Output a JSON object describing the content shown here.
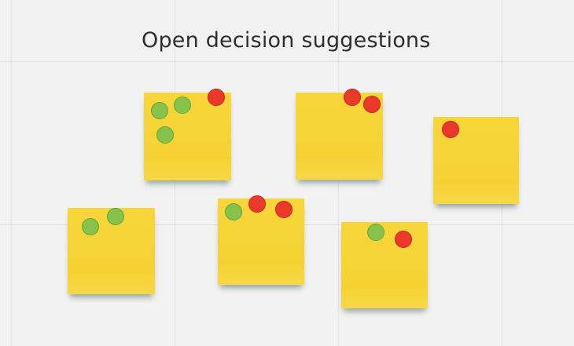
{
  "board": {
    "title": "Open decision suggestions"
  },
  "colors": {
    "sticky": "#f6d335",
    "vote_green": "#86c24c",
    "vote_red": "#e8392a",
    "background": "#f2f2f2"
  },
  "stickies": [
    {
      "id": 1,
      "green_votes": 3,
      "red_votes": 1
    },
    {
      "id": 2,
      "green_votes": 0,
      "red_votes": 2
    },
    {
      "id": 3,
      "green_votes": 0,
      "red_votes": 1
    },
    {
      "id": 4,
      "green_votes": 2,
      "red_votes": 0
    },
    {
      "id": 5,
      "green_votes": 1,
      "red_votes": 2
    },
    {
      "id": 6,
      "green_votes": 1,
      "red_votes": 1
    }
  ]
}
